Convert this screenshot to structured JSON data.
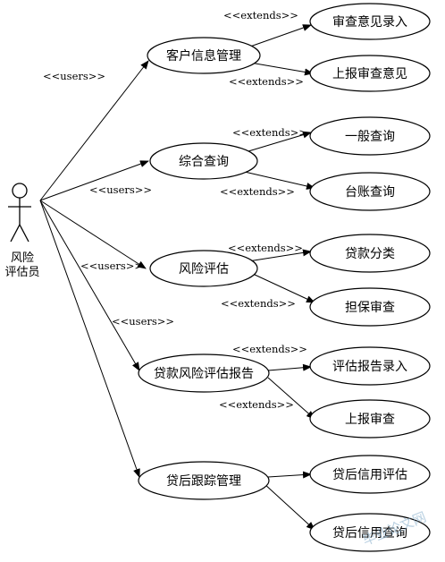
{
  "actor": {
    "label_line1": "风险",
    "label_line2": "评估员"
  },
  "main_cases": [
    {
      "id": "m1",
      "label": "客户信息管理"
    },
    {
      "id": "m2",
      "label": "综合查询"
    },
    {
      "id": "m3",
      "label": "风险评估"
    },
    {
      "id": "m4",
      "label": "贷款风险评估报告"
    },
    {
      "id": "m5",
      "label": "贷后跟踪管理"
    }
  ],
  "sub_cases": [
    {
      "id": "s1",
      "label": "审查意见录入"
    },
    {
      "id": "s2",
      "label": "上报审查意见"
    },
    {
      "id": "s3",
      "label": "一般查询"
    },
    {
      "id": "s4",
      "label": "台账查询"
    },
    {
      "id": "s5",
      "label": "贷款分类"
    },
    {
      "id": "s6",
      "label": "担保审查"
    },
    {
      "id": "s7",
      "label": "评估报告录入"
    },
    {
      "id": "s8",
      "label": "上报审查"
    },
    {
      "id": "s9",
      "label": "贷后信用评估"
    },
    {
      "id": "s10",
      "label": "贷后信用查询"
    }
  ],
  "users_labels": [
    "<<users>>",
    "<<users>>",
    "<<users>>",
    "<<users>>"
  ],
  "extends_labels": [
    "<<extends>>",
    "<<extends>>",
    "<<extends>>",
    "<<extends>>",
    "<<extends>>",
    "<<extends>>",
    "<<extends>>",
    "<<extends>>"
  ],
  "watermark": "毕业论文网"
}
